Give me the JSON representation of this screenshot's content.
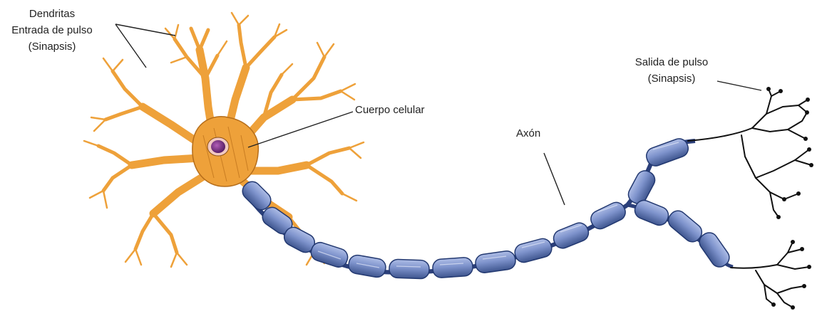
{
  "labels": {
    "dendrites": {
      "line1": "Dendritas",
      "line2": "Entrada de pulso",
      "line3": "(Sinapsis)"
    },
    "soma": "Cuerpo celular",
    "axon": "Axón",
    "output": {
      "line1": "Salida de pulso",
      "line2": "(Sinapsis)"
    }
  },
  "colors": {
    "cell_fill": "#eea13a",
    "cell_outline": "#8a4f12",
    "nucleus": "#7d2f86",
    "myelin": "#7e93cc",
    "myelin_outline": "#223870",
    "terminal": "#111111",
    "label_text": "#222222",
    "leader_line": "#222222"
  }
}
